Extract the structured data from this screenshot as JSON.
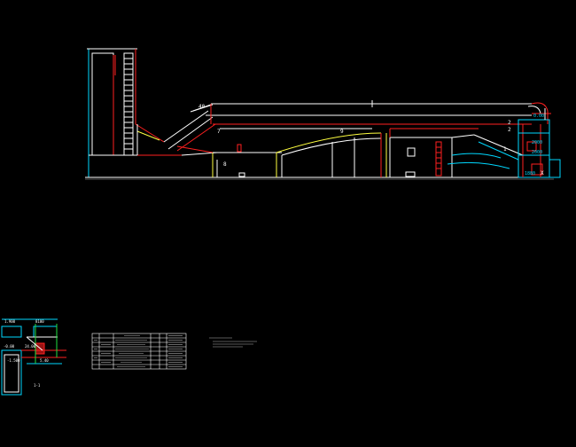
{
  "drawing": {
    "background": "#000000",
    "colors": {
      "white": "#ffffff",
      "red": "#ff2020",
      "yellow": "#ffff40",
      "cyan": "#00d8ff",
      "green": "#20e040",
      "grey": "#b0b0b0"
    },
    "section_labels": {
      "l7": "7",
      "l8": "8",
      "l9": "9",
      "l2a": "2",
      "l2b": "2",
      "l1": "1",
      "l40": "40",
      "lx": "X"
    },
    "dims": {
      "d1": "2000",
      "d2": "2000",
      "d3": "1880",
      "d4": "0.00"
    },
    "detail_labels": {
      "t1": "1.900",
      "t2": "8100",
      "t3": "24.00",
      "t4": "-0.00",
      "t5": "5.40",
      "t6": "-1.500"
    },
    "detail_caption": "1-1"
  }
}
